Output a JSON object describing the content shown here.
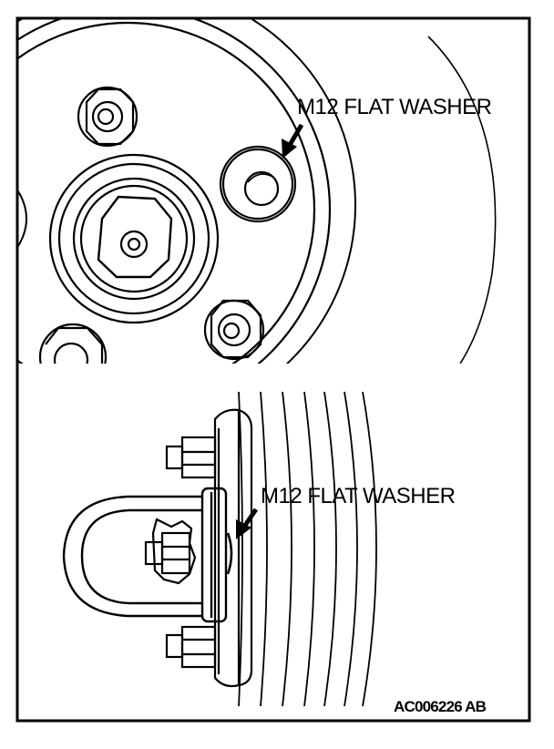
{
  "callouts": {
    "top": "M12 FLAT WASHER",
    "bottom": "M12 FLAT WASHER"
  },
  "figure_code": "AC006226 AB",
  "colors": {
    "line": "#000000",
    "background": "#ffffff"
  }
}
